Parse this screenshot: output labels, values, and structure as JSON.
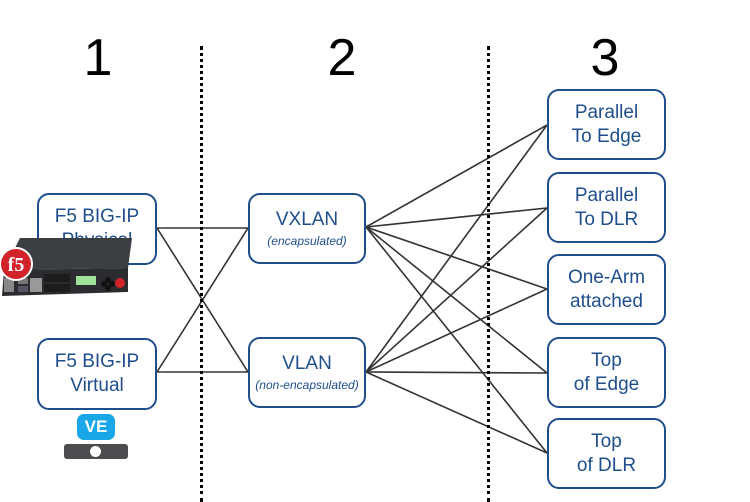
{
  "columns": [
    {
      "number": "1"
    },
    {
      "number": "2"
    },
    {
      "number": "3"
    }
  ],
  "sources": [
    {
      "id": "physical",
      "line1": "F5 BIG-IP",
      "line2": "Physical",
      "icon": "f5-hardware-appliance-icon"
    },
    {
      "id": "virtual",
      "line1": "F5 BIG-IP",
      "line2": "Virtual",
      "icon": "ve-virtual-edition-icon",
      "icon_label": "VE"
    }
  ],
  "networks": [
    {
      "id": "vxlan",
      "label": "VXLAN",
      "sublabel": "(encapsulated)"
    },
    {
      "id": "vlan",
      "label": "VLAN",
      "sublabel": "(non-encapsulated)"
    }
  ],
  "deployments": [
    {
      "id": "parallel-edge",
      "line1": "Parallel",
      "line2": "To Edge"
    },
    {
      "id": "parallel-dlr",
      "line1": "Parallel",
      "line2": "To DLR"
    },
    {
      "id": "one-arm",
      "line1": "One-Arm",
      "line2": "attached"
    },
    {
      "id": "top-edge",
      "line1": "Top",
      "line2": "of Edge"
    },
    {
      "id": "top-dlr",
      "line1": "Top",
      "line2": "of DLR"
    }
  ],
  "connections": {
    "source_to_network": [
      [
        "physical",
        "vxlan"
      ],
      [
        "physical",
        "vlan"
      ],
      [
        "virtual",
        "vxlan"
      ],
      [
        "virtual",
        "vlan"
      ]
    ],
    "network_to_deployment": [
      [
        "vxlan",
        "parallel-edge"
      ],
      [
        "vxlan",
        "parallel-dlr"
      ],
      [
        "vxlan",
        "one-arm"
      ],
      [
        "vxlan",
        "top-edge"
      ],
      [
        "vxlan",
        "top-dlr"
      ],
      [
        "vlan",
        "parallel-edge"
      ],
      [
        "vlan",
        "parallel-dlr"
      ],
      [
        "vlan",
        "one-arm"
      ],
      [
        "vlan",
        "top-edge"
      ],
      [
        "vlan",
        "top-dlr"
      ]
    ]
  },
  "colors": {
    "node_border": "#1f4e8c",
    "node_text": "#1f4e8c",
    "connector": "#333333",
    "ve_badge": "#1aa7e8",
    "f5_red": "#d2232a"
  }
}
